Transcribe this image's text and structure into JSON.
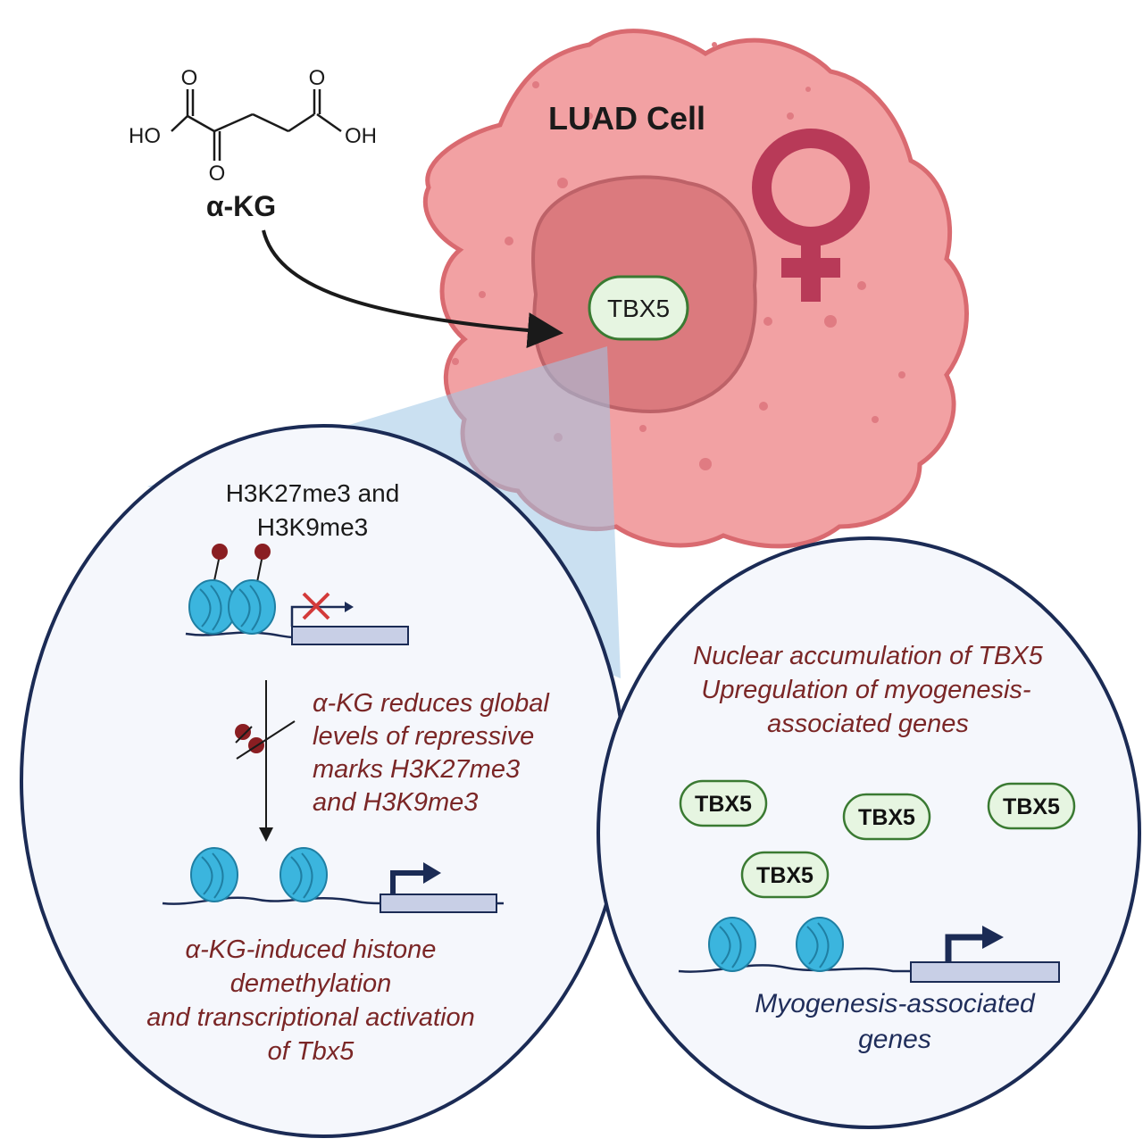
{
  "molecule": {
    "name": "α-KG",
    "atoms": {
      "o_top_left": "O",
      "o_top_right": "O",
      "o_bottom": "O",
      "ho": "HO",
      "oh": "OH"
    }
  },
  "cell": {
    "label": "LUAD Cell",
    "nucleus_protein": "TBX5"
  },
  "left_panel": {
    "heading_line1": "H3K27me3 and",
    "heading_line2": "H3K9me3",
    "reduction_lines": [
      "α-KG reduces global",
      "levels of repressive",
      "marks H3K27me3",
      "and H3K9me3"
    ],
    "result_lines": [
      "α-KG-induced histone",
      "demethylation",
      "and transcriptional activation",
      "of Tbx5"
    ]
  },
  "right_panel": {
    "heading_lines": [
      "Nuclear accumulation of TBX5",
      "Upregulation of myogenesis-",
      "associated genes"
    ],
    "tbx_labels": [
      "TBX5",
      "TBX5",
      "TBX5",
      "TBX5"
    ],
    "genes_lines": [
      "Myogenesis-associated",
      "genes"
    ]
  },
  "colors": {
    "cell_fill": "#f2a1a3",
    "cell_stroke": "#d96a70",
    "nucleus_fill": "#d9767a",
    "female_symbol": "#b83a58",
    "panel_fill": "#f5f7fc",
    "panel_stroke": "#1b2b55",
    "zoom_cone": "#9ec7e6",
    "nucleosome": "#3bb5de",
    "tbx_fill": "#e6f5e1",
    "tbx_stroke": "#3a7a32",
    "methyl_mark": "#8a1e22",
    "cross": "#d33a3a"
  },
  "icons": [
    "female-symbol-icon",
    "nucleosome-icon",
    "transcription-arrow-icon",
    "blocked-transcription-icon",
    "methyl-mark-icon"
  ]
}
